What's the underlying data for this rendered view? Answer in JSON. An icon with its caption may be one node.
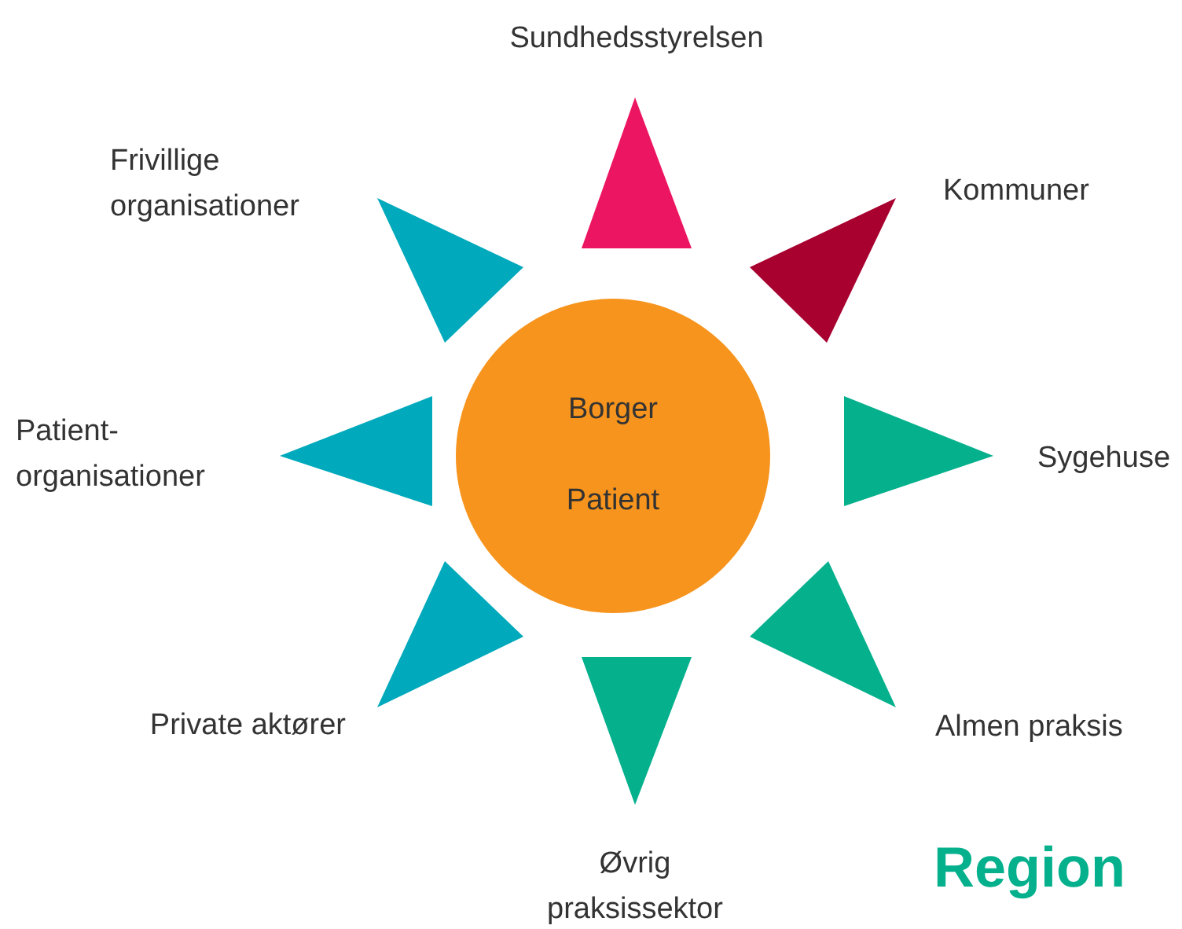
{
  "diagram": {
    "nodes": [
      {
        "text": [
          "Borger",
          "Patient"
        ]
      },
      {
        "text": [],
        "shape": "triangle",
        "beside": [
          "Sundhedsstyrelsen"
        ]
      },
      {
        "text": [],
        "shape": "triangle",
        "beside": [
          "Kommuner"
        ]
      },
      {
        "text": [],
        "shape": "triangle",
        "beside": [
          "Sygehuse"
        ]
      },
      {
        "text": [],
        "shape": "triangle",
        "beside": [
          "Almen praksis"
        ]
      },
      {
        "text": [],
        "shape": "triangle",
        "beside": [
          "Øvrig praksissektor"
        ]
      },
      {
        "text": [],
        "shape": "triangle",
        "beside": [
          "Private aktører"
        ]
      },
      {
        "text": [],
        "shape": "triangle",
        "beside": [
          "Patient- organisationer"
        ]
      },
      {
        "text": [],
        "shape": "triangle",
        "beside": [
          "Frivillige organisationer"
        ]
      }
    ],
    "edges": [],
    "labels": [
      "Region"
    ]
  }
}
